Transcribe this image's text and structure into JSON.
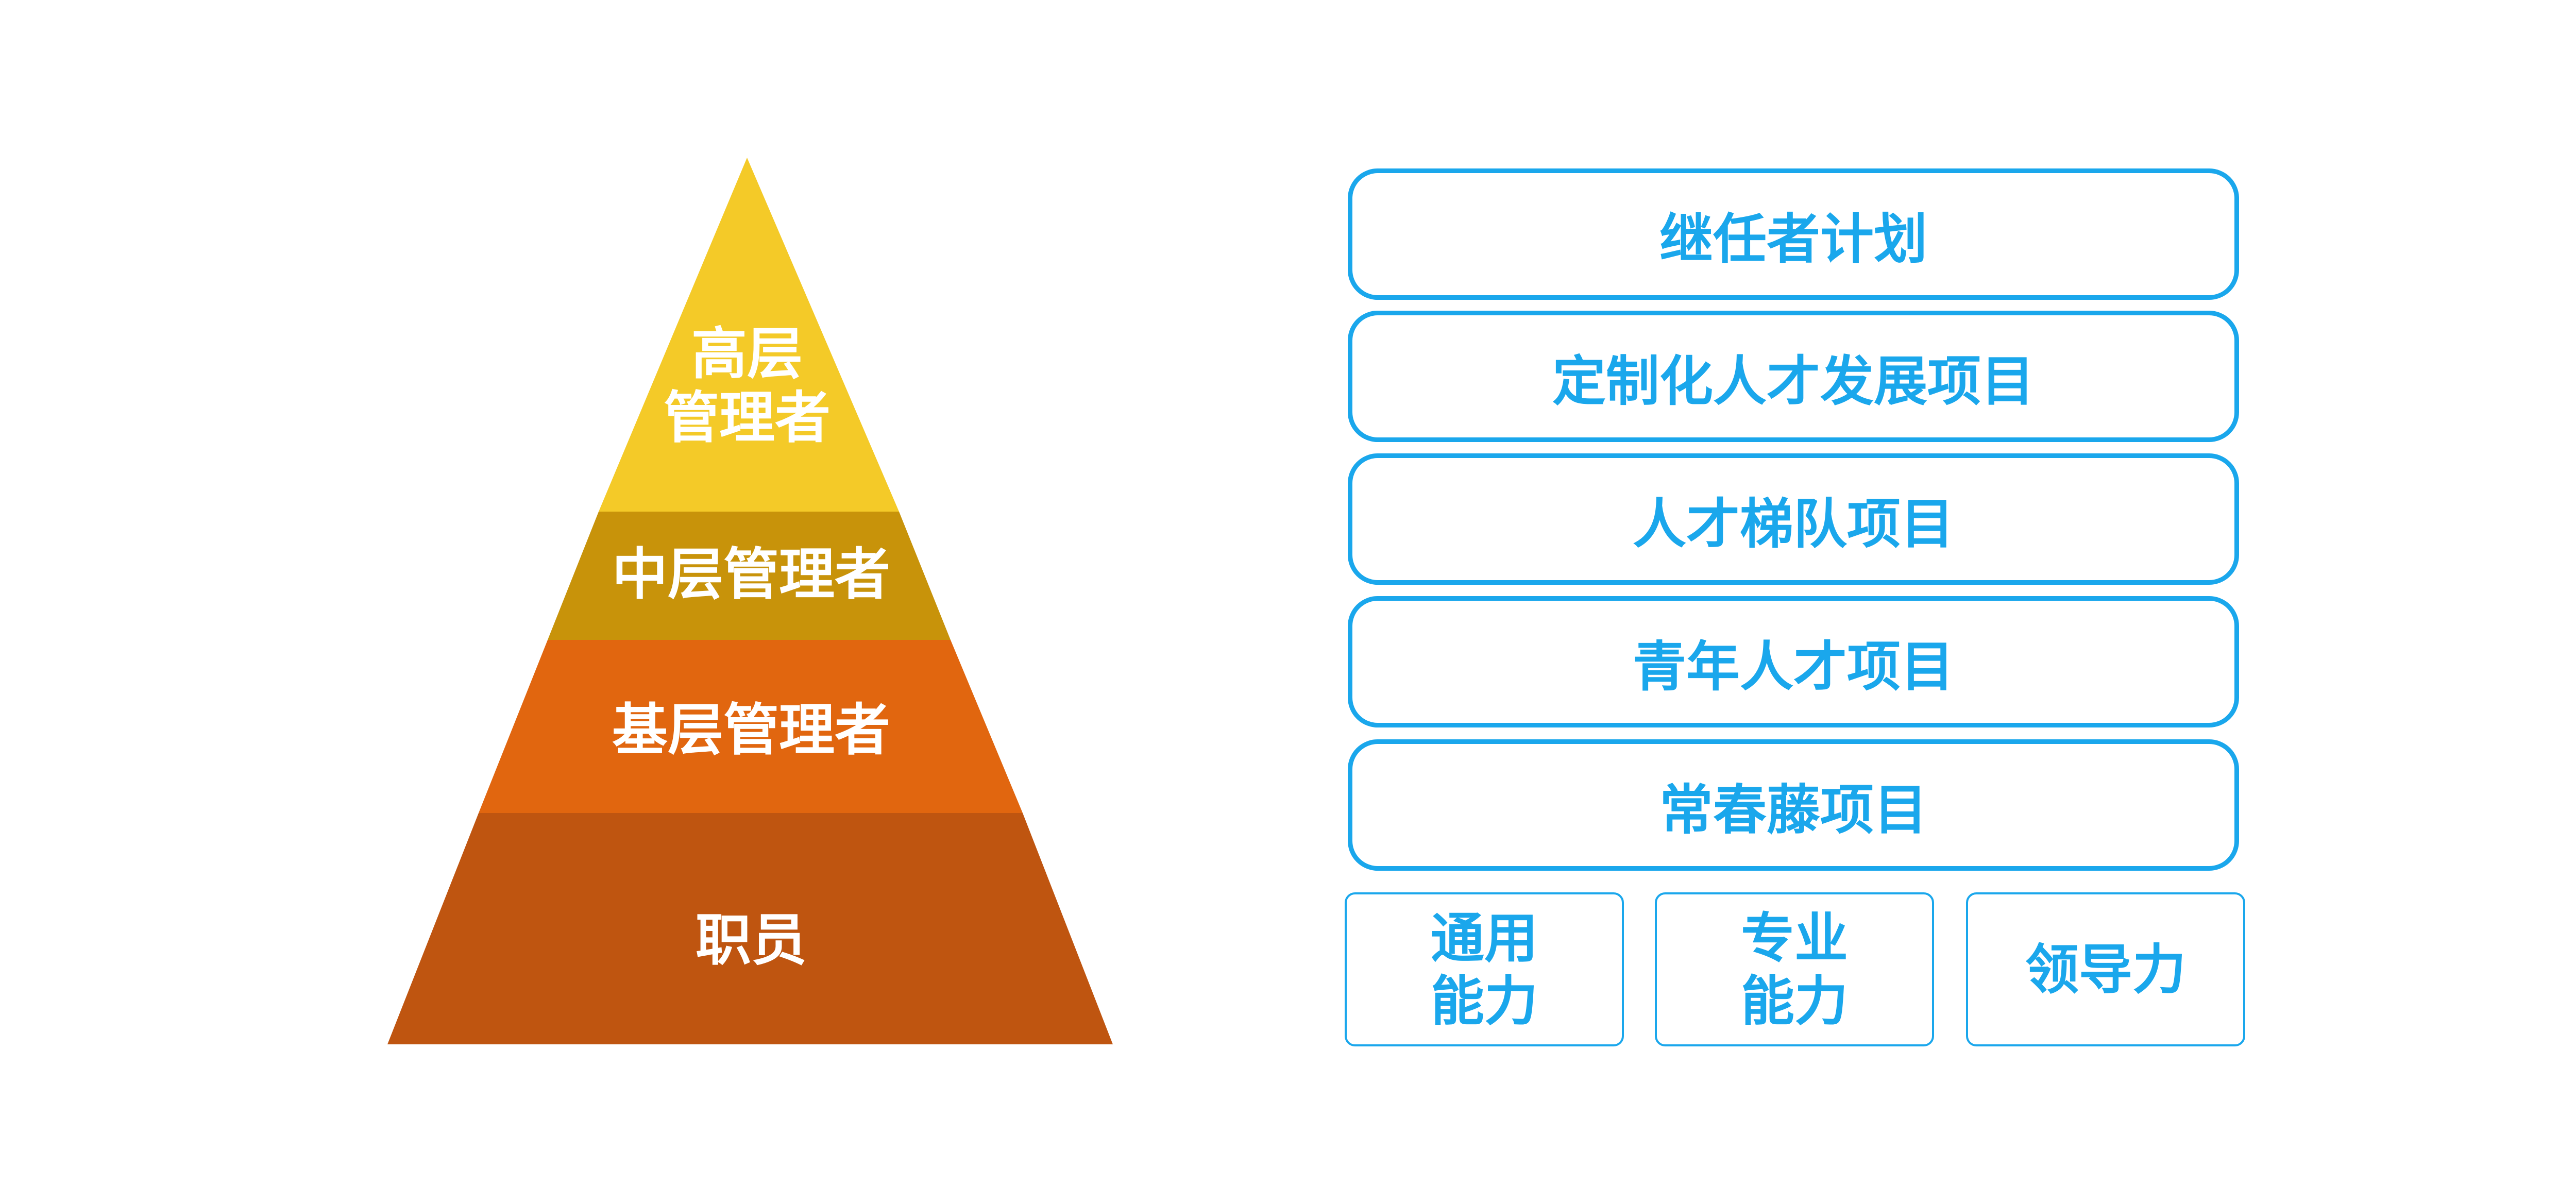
{
  "pyramid": {
    "levels": [
      {
        "lines": [
          "高层",
          "管理者"
        ],
        "color": "#f4ca28"
      },
      {
        "lines": [
          "中层管理者"
        ],
        "color": "#c8930a"
      },
      {
        "lines": [
          "基层管理者"
        ],
        "color": "#e1660f"
      },
      {
        "lines": [
          "职员"
        ],
        "color": "#bf5510"
      }
    ]
  },
  "programs": [
    {
      "label": "继任者计划"
    },
    {
      "label": "定制化人才发展项目"
    },
    {
      "label": "人才梯队项目"
    },
    {
      "label": "青年人才项目"
    },
    {
      "label": "常春藤项目"
    }
  ],
  "capabilities": [
    {
      "lines": [
        "通用",
        "能力"
      ]
    },
    {
      "lines": [
        "专业",
        "能力"
      ]
    },
    {
      "lines": [
        "领导力"
      ]
    }
  ],
  "accent_color": "#1aa7ec"
}
